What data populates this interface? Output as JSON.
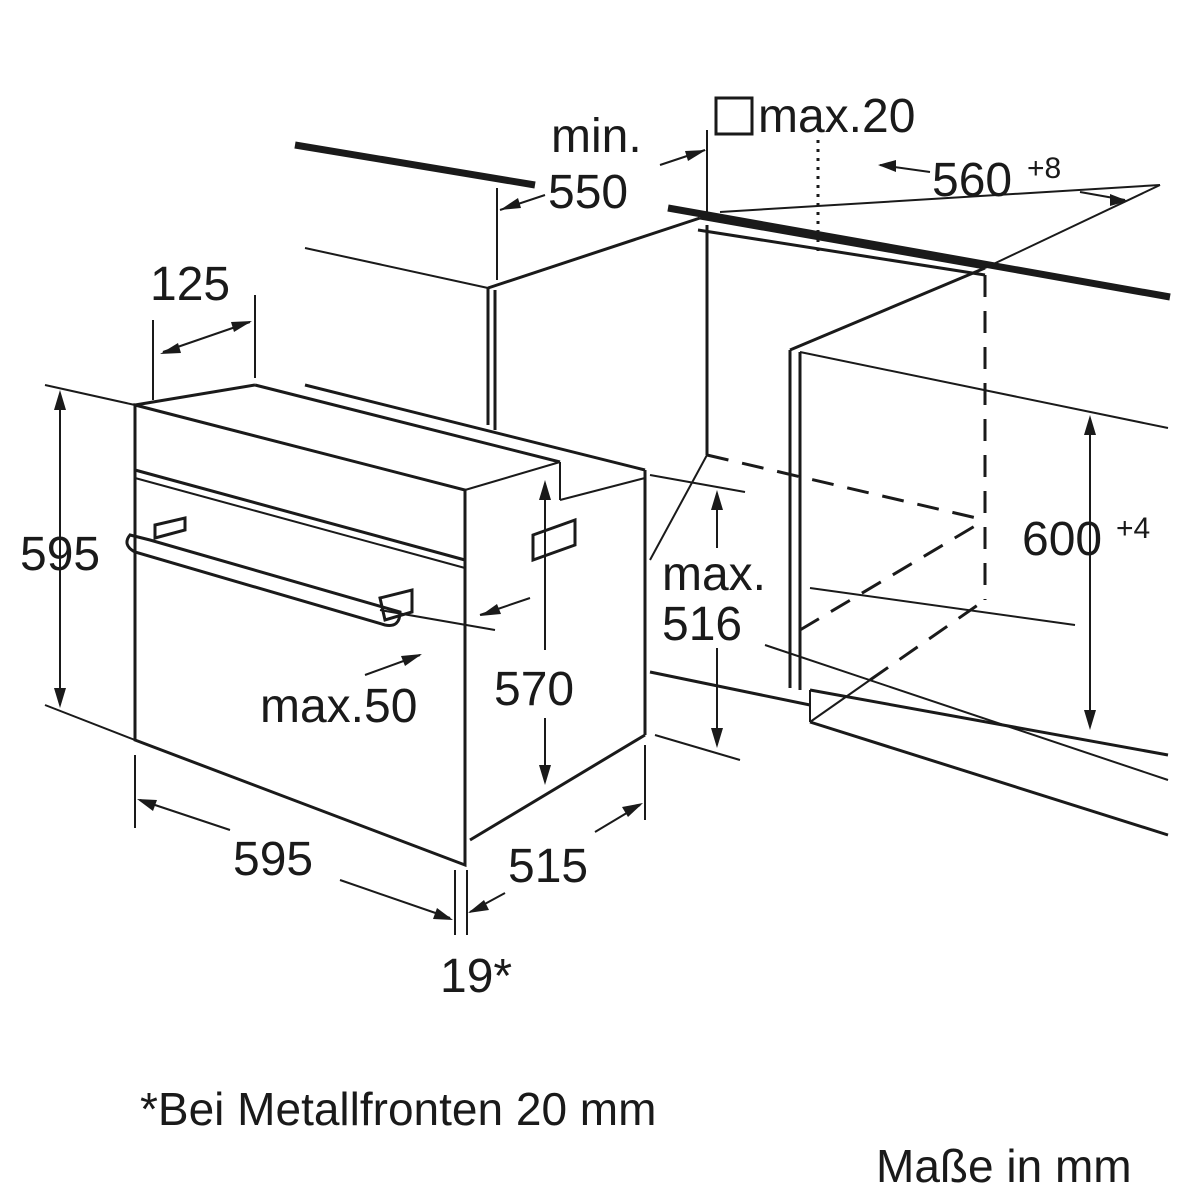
{
  "dimensions": {
    "min_label": "min.",
    "min_value": "550",
    "square_max": "max.20",
    "niche_width": "560",
    "niche_width_tol": "+8",
    "oven_depth_top": "125",
    "oven_height": "595",
    "niche_height": "600",
    "niche_height_tol": "+4",
    "max_label": "max.",
    "max_value": "516",
    "inner_height": "570",
    "handle_max": "max.50",
    "oven_width": "595",
    "oven_depth": "515",
    "front_thickness": "19*"
  },
  "footnote": "*Bei Metallfronten 20 mm",
  "units_note": "Maße in mm"
}
